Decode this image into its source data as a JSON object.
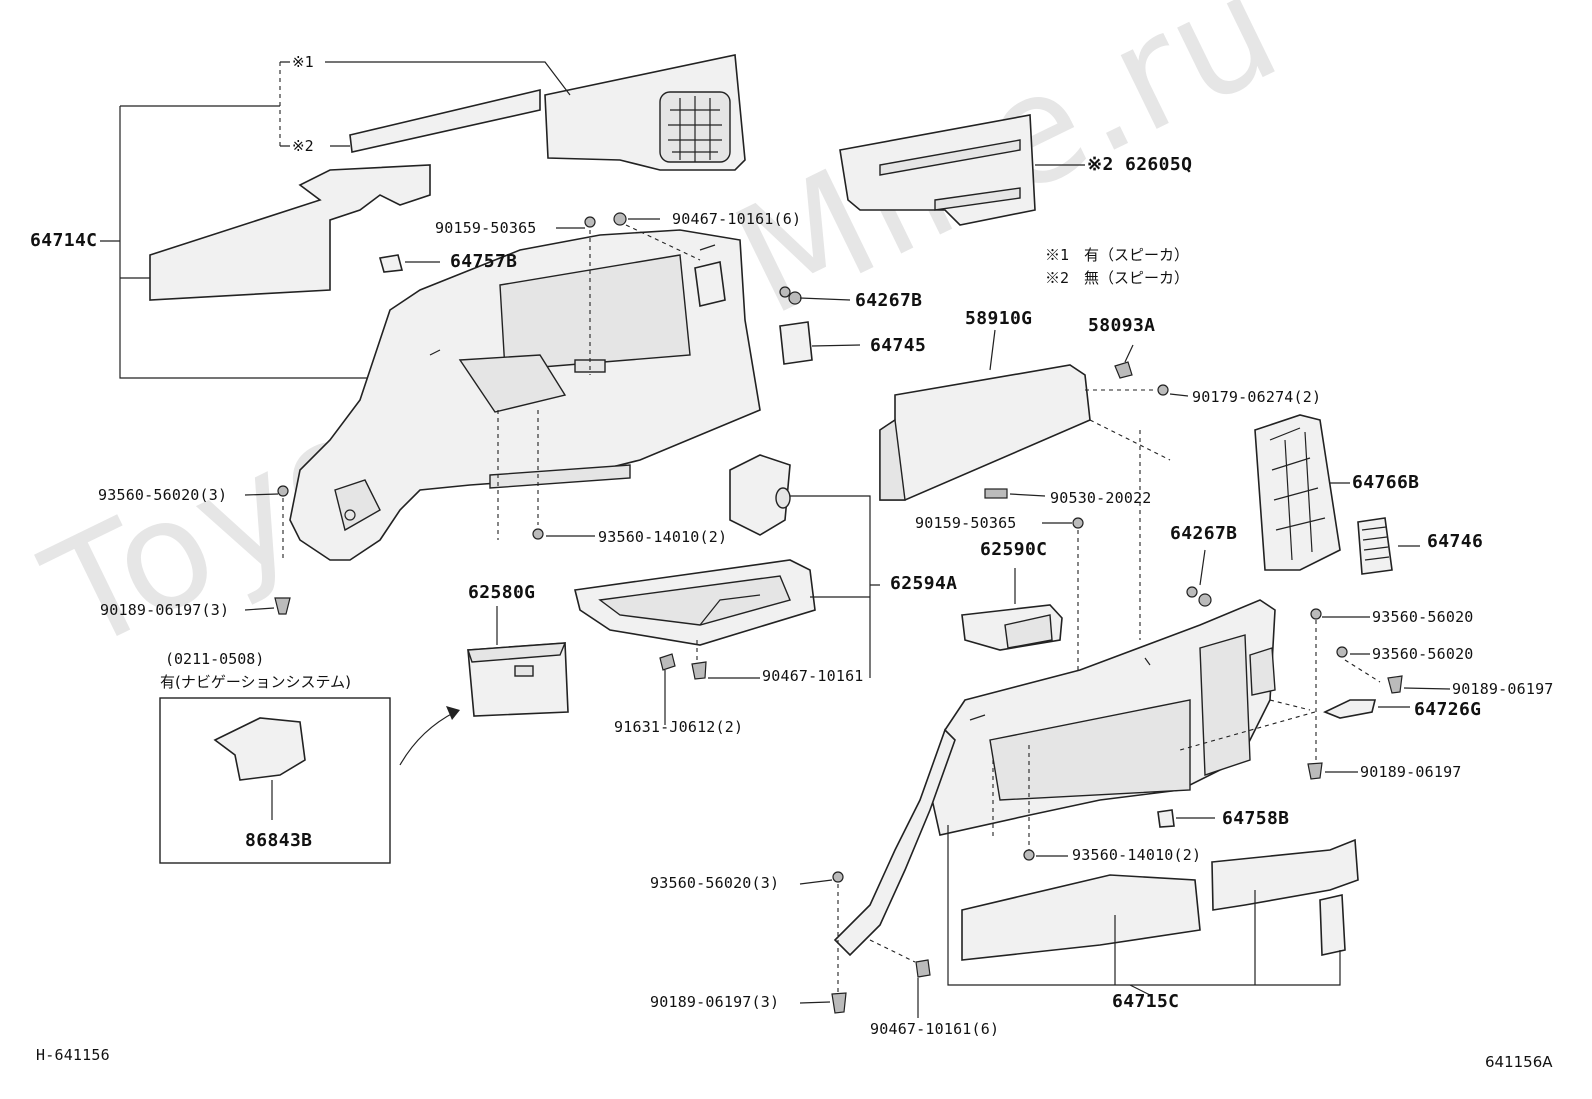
{
  "watermark": "ToyotaCarMine.ru",
  "footer": {
    "left_code": "H-641156",
    "right_code": "641156A"
  },
  "notes": {
    "mark1": "※1",
    "mark2": "※2",
    "legend1": "※1　有（スピーカ）",
    "legend2": "※2　無（スピーカ）"
  },
  "inset": {
    "date_range": "(0211-0508)",
    "condition": "有(ナビゲーションシステム)",
    "part": "86843B"
  },
  "labels": {
    "p64714C": "64714C",
    "p64757B": "64757B",
    "p90159_50365_a": "90159-50365",
    "p90467_10161_6a": "90467-10161(6)",
    "p64267B_a": "64267B",
    "p64745": "64745",
    "p62605Q": "※2 62605Q",
    "p58910G": "58910G",
    "p58093A": "58093A",
    "p90179_06274": "90179-06274(2)",
    "p64766B": "64766B",
    "p64746": "64746",
    "p90530_20022": "90530-20022",
    "p90159_50365_b": "90159-50365",
    "p64267B_b": "64267B",
    "p62590C": "62590C",
    "p93560_56020_3a": "93560-56020(3)",
    "p93560_14010_2a": "93560-14010(2)",
    "p62594A": "62594A",
    "p90189_06197_3a": "90189-06197(3)",
    "p62580G": "62580G",
    "p90467_10161": "90467-10161",
    "p91631_J0612": "91631-J0612(2)",
    "p93560_56020_a": "93560-56020",
    "p93560_56020_b": "93560-56020",
    "p90189_06197_a": "90189-06197",
    "p64726G": "64726G",
    "p90189_06197_b": "90189-06197",
    "p64758B": "64758B",
    "p93560_14010_2b": "93560-14010(2)",
    "p93560_56020_3b": "93560-56020(3)",
    "p90189_06197_3b": "90189-06197(3)",
    "p90467_10161_6b": "90467-10161(6)",
    "p64715C": "64715C"
  }
}
